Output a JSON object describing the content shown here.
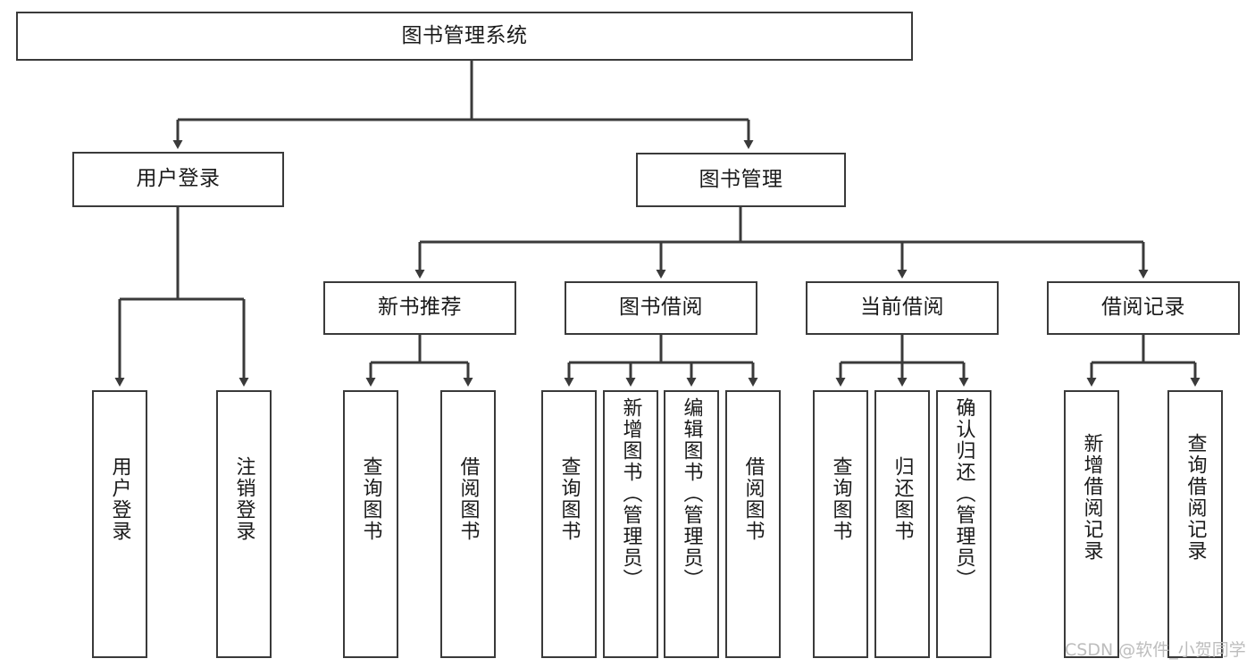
{
  "diagram": {
    "type": "tree-hierarchy",
    "title": "图书管理系统",
    "root": {
      "label": "图书管理系统"
    },
    "level2": [
      {
        "id": "user-login",
        "label": "用户登录"
      },
      {
        "id": "book-management",
        "label": "图书管理"
      }
    ],
    "level3": [
      {
        "id": "new-book-recommend",
        "label": "新书推荐",
        "parent": "book-management"
      },
      {
        "id": "book-borrow",
        "label": "图书借阅",
        "parent": "book-management"
      },
      {
        "id": "current-borrow",
        "label": "当前借阅",
        "parent": "book-management"
      },
      {
        "id": "borrow-record",
        "label": "借阅记录",
        "parent": "book-management"
      }
    ],
    "leaves": [
      {
        "id": "leaf-user-login",
        "label": "用户登录",
        "parent": "user-login"
      },
      {
        "id": "leaf-logout",
        "label": "注销登录",
        "parent": "user-login"
      },
      {
        "id": "leaf-query-book-1",
        "label": "查询图书",
        "parent": "new-book-recommend"
      },
      {
        "id": "leaf-borrow-book-1",
        "label": "借阅图书",
        "parent": "new-book-recommend"
      },
      {
        "id": "leaf-query-book-2",
        "label": "查询图书",
        "parent": "book-borrow"
      },
      {
        "id": "leaf-add-book",
        "label": "新增图书（管理员）",
        "parent": "book-borrow"
      },
      {
        "id": "leaf-edit-book",
        "label": "编辑图书（管理员）",
        "parent": "book-borrow"
      },
      {
        "id": "leaf-borrow-book-2",
        "label": "借阅图书",
        "parent": "book-borrow"
      },
      {
        "id": "leaf-query-book-3",
        "label": "查询图书",
        "parent": "current-borrow"
      },
      {
        "id": "leaf-return-book",
        "label": "归还图书",
        "parent": "current-borrow"
      },
      {
        "id": "leaf-confirm-return",
        "label": "确认归还（管理员）",
        "parent": "current-borrow"
      },
      {
        "id": "leaf-add-record",
        "label": "新增借阅记录",
        "parent": "borrow-record"
      },
      {
        "id": "leaf-query-record",
        "label": "查询借阅记录",
        "parent": "borrow-record"
      }
    ],
    "colors": {
      "stroke": "#3a3a3a",
      "fill": "#ffffff",
      "text": "#1a1a1a",
      "watermark": "#bdbdbd"
    }
  },
  "watermark": {
    "text": "CSDN @软件_小贺同学"
  }
}
